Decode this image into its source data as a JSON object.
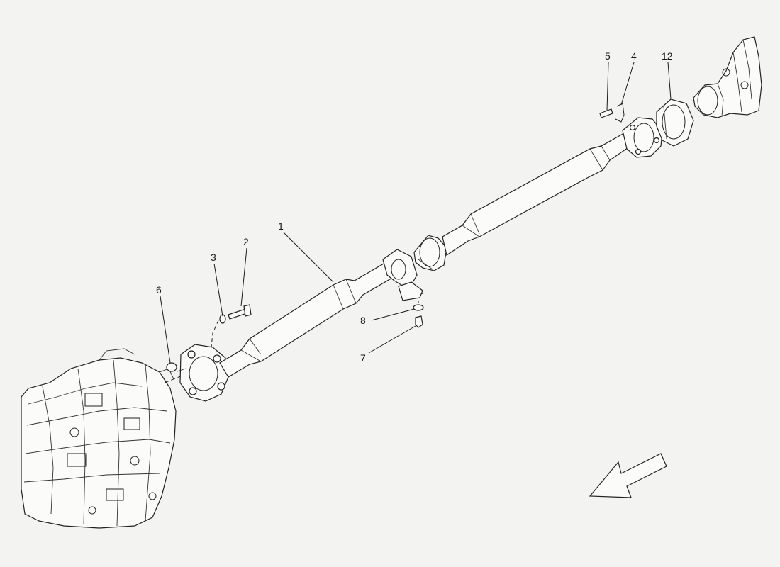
{
  "callouts": {
    "c1": "1",
    "c2": "2",
    "c3": "3",
    "c4": "4",
    "c5": "5",
    "c6": "6",
    "c7": "7",
    "c8": "8",
    "c12": "12"
  },
  "colors": {
    "background": "#f3f3f1",
    "line": "#1a1a1a"
  }
}
